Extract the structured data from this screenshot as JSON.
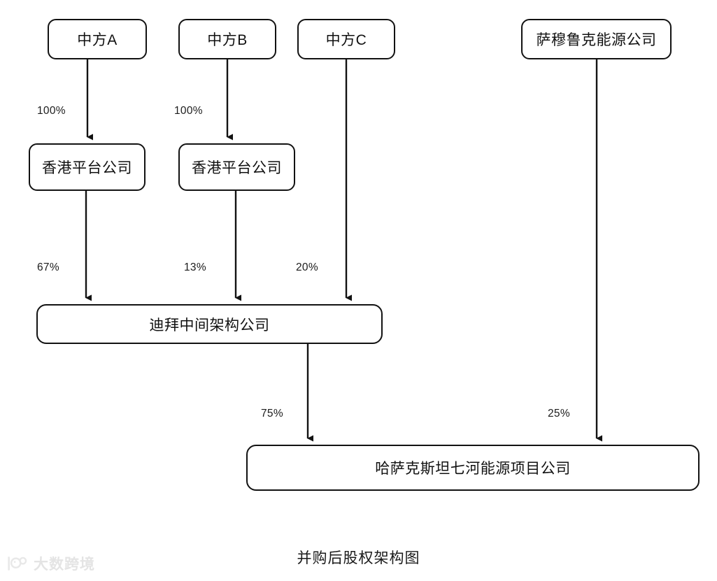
{
  "diagram": {
    "caption": "并购后股权架构图",
    "stroke_color": "#121212",
    "background_color": "#ffffff",
    "nodes": [
      {
        "id": "cn-a",
        "label": "中方A"
      },
      {
        "id": "cn-b",
        "label": "中方B"
      },
      {
        "id": "cn-c",
        "label": "中方C"
      },
      {
        "id": "samruk",
        "label": "萨穆鲁克能源公司"
      },
      {
        "id": "hk-1",
        "label": "香港平台公司"
      },
      {
        "id": "hk-2",
        "label": "香港平台公司"
      },
      {
        "id": "dubai",
        "label": "迪拜中间架构公司"
      },
      {
        "id": "target",
        "label": "哈萨克斯坦七河能源项目公司"
      }
    ],
    "edges": [
      {
        "from": "cn-a",
        "to": "hk-1",
        "label": "100%"
      },
      {
        "from": "cn-b",
        "to": "hk-2",
        "label": "100%"
      },
      {
        "from": "hk-1",
        "to": "dubai",
        "label": "67%"
      },
      {
        "from": "hk-2",
        "to": "dubai",
        "label": "13%"
      },
      {
        "from": "cn-c",
        "to": "dubai",
        "label": "20%"
      },
      {
        "from": "dubai",
        "to": "target",
        "label": "75%"
      },
      {
        "from": "samruk",
        "to": "target",
        "label": "25%"
      }
    ]
  },
  "watermark": {
    "text": "大数跨境",
    "color": "#e2e2e2"
  }
}
